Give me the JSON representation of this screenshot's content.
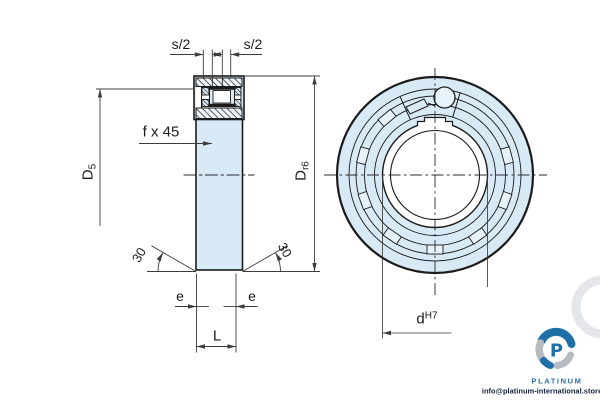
{
  "drawing": {
    "side_view": {
      "s2_left": "s/2",
      "s2_right": "s/2",
      "chamfer_label": "f x 45",
      "d5": {
        "base": "D",
        "sub": "5"
      },
      "dr6": {
        "base": "D",
        "sub": "r6"
      },
      "angle_left": "30",
      "angle_right": "30",
      "e_left": "e",
      "e_right": "e",
      "length_label": "L"
    },
    "front_view": {
      "bore": {
        "base": "d",
        "sup": "H7"
      }
    },
    "colors": {
      "part_fill": "#d8eaf6",
      "outline": "#1b1b1b",
      "dim_line": "#3d3d3d"
    }
  },
  "branding": {
    "logo_initial": "P",
    "logo_name": "PLATINUM",
    "email": "info@platinum-international.store",
    "logo_blue": "#1f6fa8",
    "logo_gray": "#b6bac1"
  }
}
